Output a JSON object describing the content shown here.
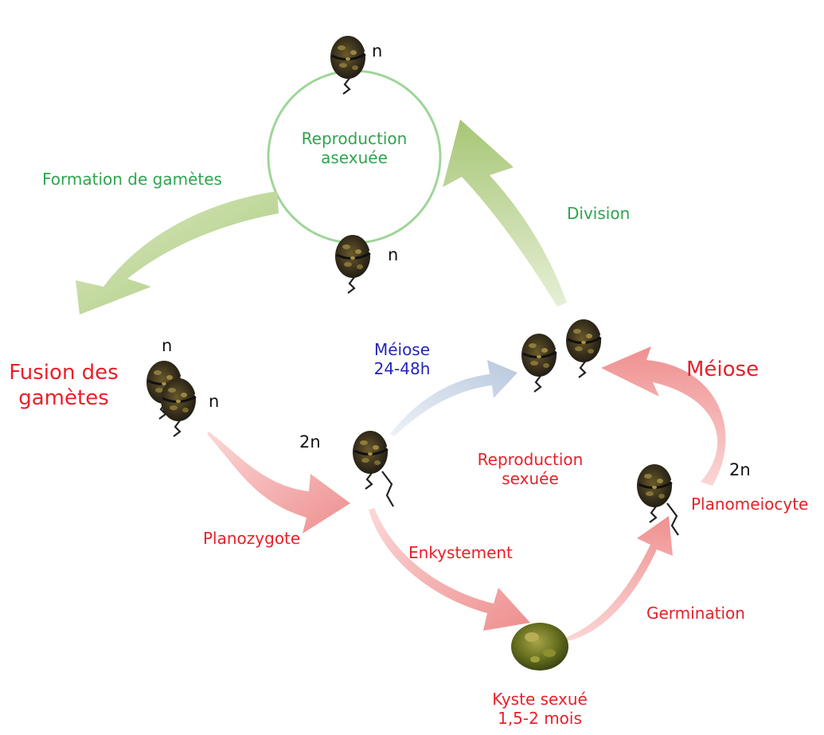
{
  "labels": {
    "asexual_cycle": [
      "Reproduction",
      "asexuée"
    ],
    "formation_gametes": "Formation de gamètes",
    "division": "Division",
    "fusion": [
      "Fusion des",
      "gamètes"
    ],
    "meiosis_fast": [
      "Méiose",
      "24-48h"
    ],
    "meiosis": "Méiose",
    "sexual_cycle": [
      "Reproduction",
      "sexuée"
    ],
    "planozygote": "Planozygote",
    "encystment": "Enkystement",
    "germination": "Germination",
    "planomeiocyte": "Planomeiocyte",
    "cyst": [
      "Kyste sexué",
      "1,5-2 mois"
    ]
  },
  "ploidy": {
    "haploid": "n",
    "diploid": "2n"
  },
  "colors": {
    "asexual": "#2ea44f",
    "sexual": "#e8202a",
    "meiosis_fast": "#2525b8",
    "green_arrow": "#b9d48e",
    "red_arrow": "#f2a1a1",
    "blue_arrow": "#c6d3e6",
    "cell_dark": "#2f2a1c",
    "cell_mottle": "#8a7a3a",
    "cyst": "#5b6a1c"
  },
  "icons": {
    "cell": "dinoflagellate-cell-icon",
    "cyst": "cyst-icon"
  }
}
